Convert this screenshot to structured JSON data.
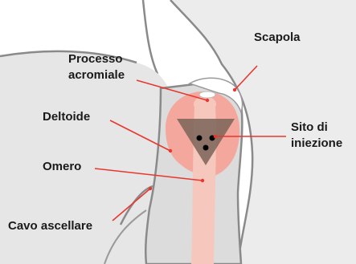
{
  "labels": {
    "scapola": "Scapola",
    "processo_acromiale": [
      "Processo",
      "acromiale"
    ],
    "deltoide": "Deltoide",
    "sito_di_iniezione": [
      "Sito di",
      "iniezione"
    ],
    "omero": "Omero",
    "cavo_ascellare": "Cavo ascellare"
  },
  "colors": {
    "leader_line": "#e8372f",
    "muscle": "#f4a79d",
    "bone": "#f6c7bd",
    "injection_site": "#7a6458",
    "dot": "#000000",
    "body_fill": "#e4e4e4",
    "body_stroke": "#8a8a8a"
  }
}
